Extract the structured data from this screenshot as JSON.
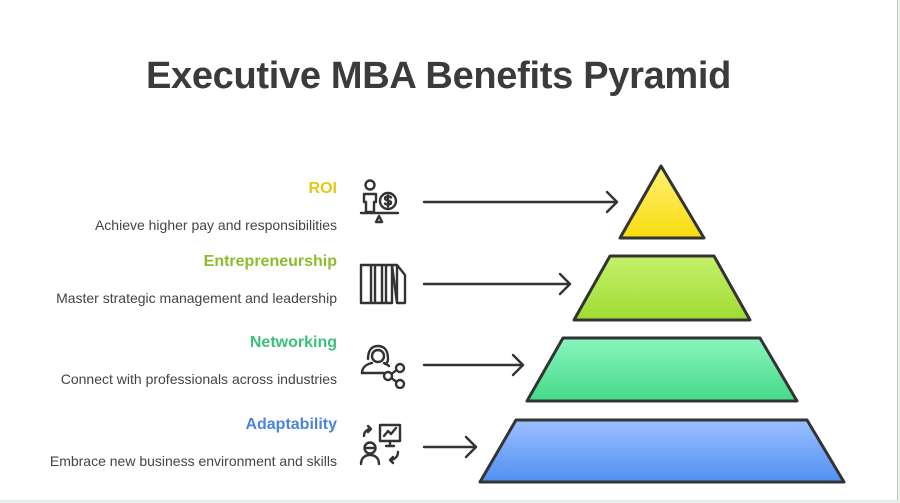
{
  "title": "Executive MBA Benefits Pyramid",
  "levels": [
    {
      "heading": "ROI",
      "description": "Achieve higher pay and responsibilities",
      "icon": "person-money-balance-icon",
      "color": "#e3c915",
      "fill_top": "#fff176",
      "fill_bottom": "#f9dc0f"
    },
    {
      "heading": "Entrepreneurship",
      "description": "Master strategic management and leadership",
      "icon": "books-icon",
      "color": "#8fbc2f",
      "fill_top": "#c5f06a",
      "fill_bottom": "#9fdc34"
    },
    {
      "heading": "Networking",
      "description": "Connect with professionals across industries",
      "icon": "person-share-network-icon",
      "color": "#3cbf7a",
      "fill_top": "#8af5bd",
      "fill_bottom": "#45d98a"
    },
    {
      "heading": "Adaptability",
      "description": "Embrace new business environment and skills",
      "icon": "person-chart-exchange-icon",
      "color": "#4a86d8",
      "fill_top": "#9cc0ff",
      "fill_bottom": "#4f8ff2"
    }
  ],
  "stroke_color": "#333333"
}
